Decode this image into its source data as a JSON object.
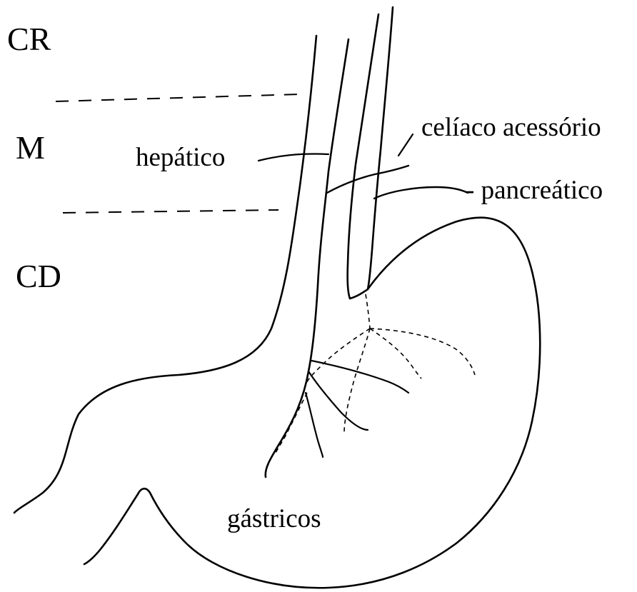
{
  "labels": {
    "cr": "CR",
    "m": "M",
    "cd": "CD",
    "hepatico": "hepático",
    "celiaco_acessorio": "celíaco acessório",
    "pancreatico": "- pancreático",
    "gastricos": "gástricos"
  }
}
